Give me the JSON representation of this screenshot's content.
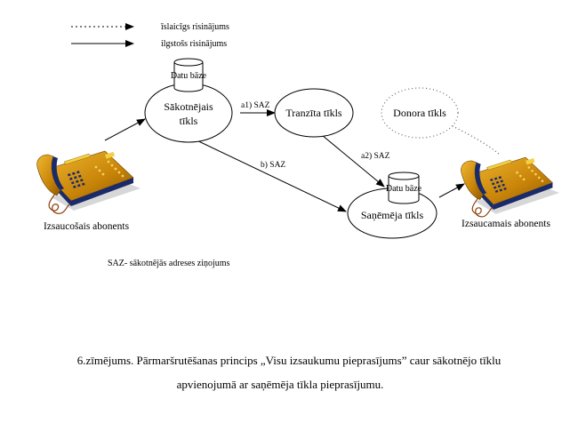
{
  "legend": {
    "items": [
      {
        "style": "dotted",
        "label": "īslaicīgs risinājums"
      },
      {
        "style": "solid",
        "label": "ilgstošs risinājums"
      }
    ]
  },
  "nodes": {
    "originating_network": {
      "label_line1": "Sākotnējais",
      "label_line2": "tīkls",
      "database": "Datu bāze"
    },
    "transit_network": {
      "label": "Tranzīta tīkls"
    },
    "donor_network": {
      "label": "Donora tīkls"
    },
    "recipient_network": {
      "label": "Saņēmēja tīkls",
      "database": "Datu bāze"
    },
    "calling_subscriber": {
      "label": "Izsaucošais abonents",
      "icon": "telephone-icon"
    },
    "called_subscriber": {
      "label": "Izsaucamais abonents",
      "icon": "telephone-icon"
    }
  },
  "edges": {
    "a1": {
      "label": "a1) SAZ"
    },
    "a2": {
      "label": "a2) SAZ"
    },
    "b": {
      "label": "b) SAZ"
    }
  },
  "note": "SAZ- sākotnējās adreses ziņojums",
  "caption": {
    "line1": "6.zīmējums. Pārmaršrutēšanas princips „Visu izsaukumu pieprasījums”  caur sākotnējo tīklu",
    "line2": "apvienojumā ar saņēmēja tīkla pieprasījumu."
  },
  "colors": {
    "phone_body": "#c8860a",
    "phone_light": "#e8b020",
    "phone_dark": "#1a2a6a",
    "line": "#000000"
  }
}
